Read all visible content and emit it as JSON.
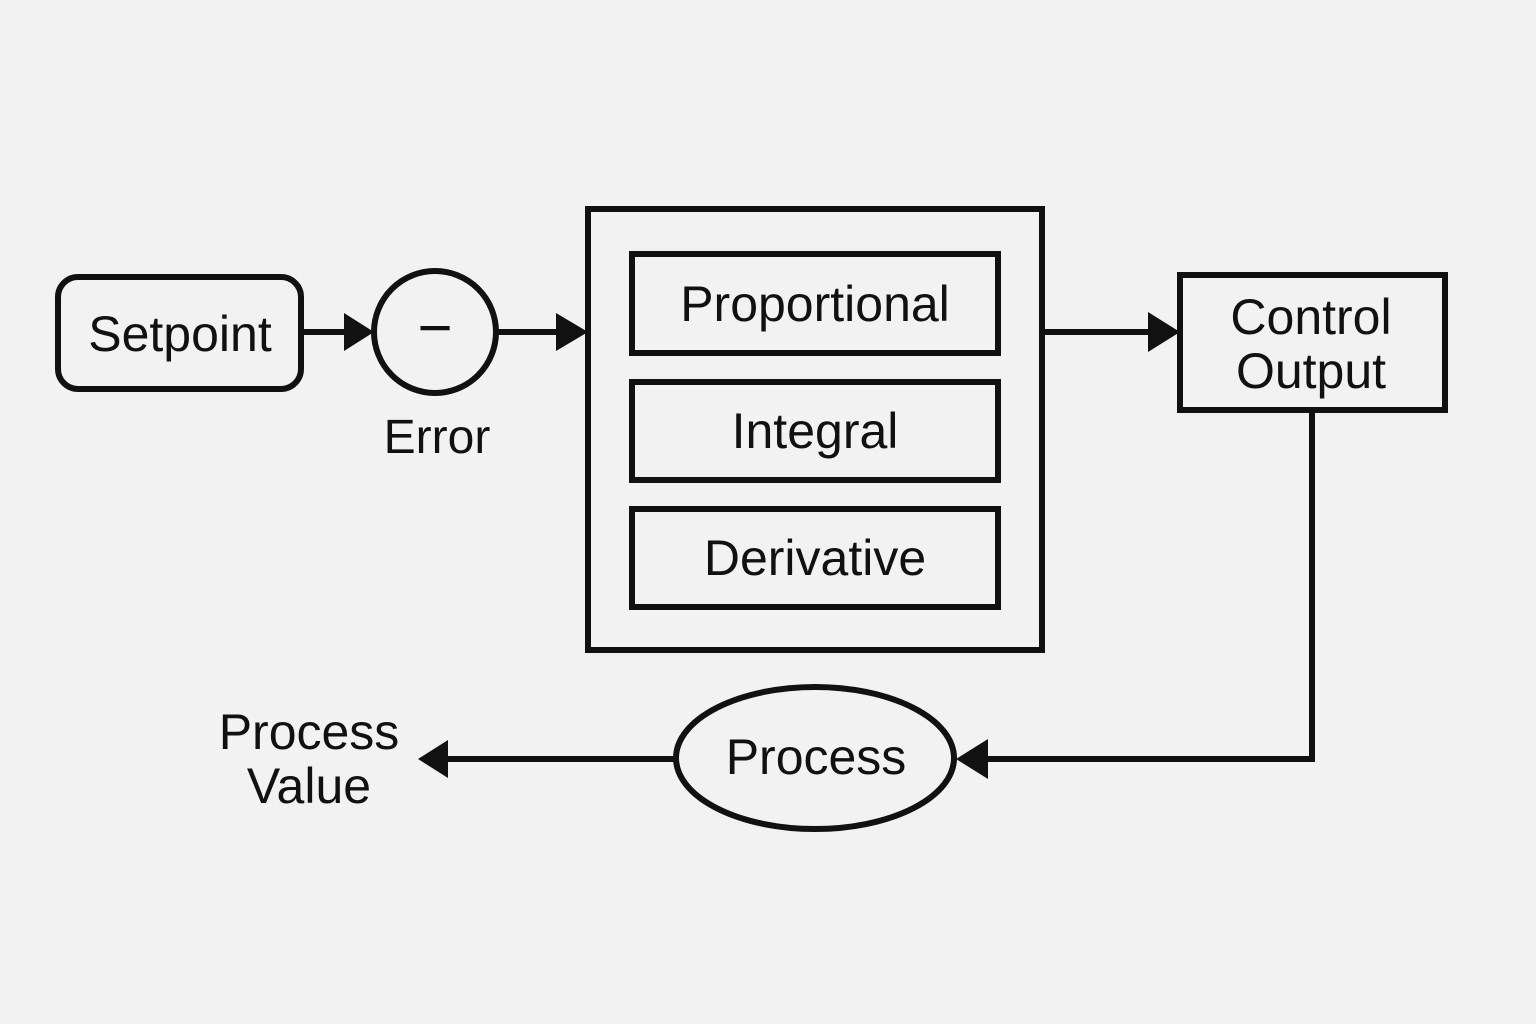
{
  "diagram": {
    "colors": {
      "background": "#f2f2f2",
      "stroke": "#111111"
    },
    "nodes": {
      "setpoint": {
        "label": "Setpoint"
      },
      "summing_junction": {
        "symbol": "−",
        "label": "Error"
      },
      "controller": {
        "terms": [
          {
            "label": "Proportional"
          },
          {
            "label": "Integral"
          },
          {
            "label": "Derivative"
          }
        ]
      },
      "control_output": {
        "label_lines": [
          "Control",
          "Output"
        ]
      },
      "process": {
        "label": "Process"
      },
      "process_value": {
        "label_lines": [
          "Process",
          "Value"
        ]
      }
    }
  }
}
